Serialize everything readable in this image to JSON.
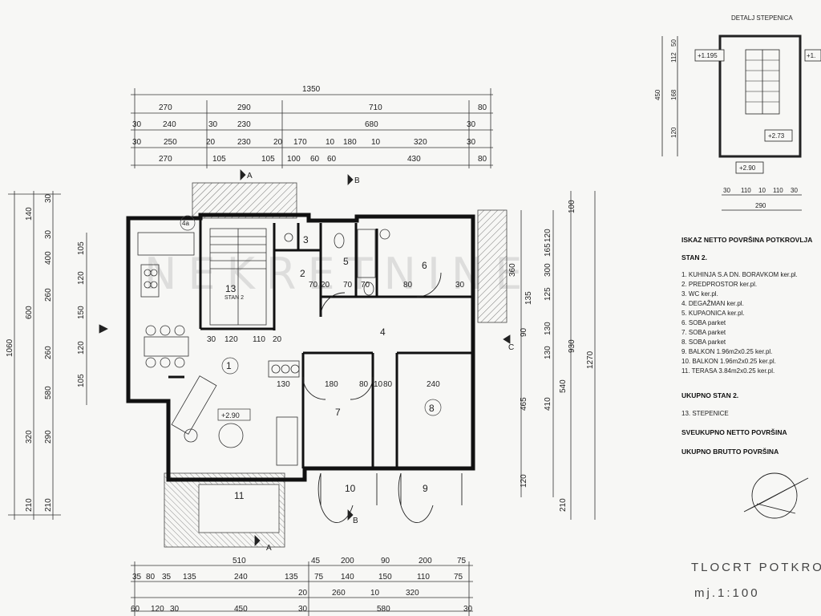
{
  "stair_detail": {
    "title": "DETALJ STEPENICA",
    "level_left": "+1.195",
    "level_right": "+1.",
    "level_mid": "+2.73",
    "level_bottom": "+2.90",
    "dims_vertical": [
      "450",
      "112",
      "168",
      "120",
      "50"
    ],
    "dims_bottom_row": [
      "30",
      "110",
      "10",
      "110",
      "30"
    ],
    "dims_bottom_total": "290"
  },
  "dims": {
    "top_total": "1350",
    "top_row1": [
      "270",
      "290",
      "710",
      "80"
    ],
    "top_row2": [
      "30",
      "240",
      "30",
      "230",
      "680",
      "30"
    ],
    "top_row3": [
      "30",
      "250",
      "20",
      "230",
      "20",
      "170",
      "10",
      "180",
      "10",
      "320",
      "30"
    ],
    "top_row4": [
      "270",
      "105",
      "105",
      "100",
      "60",
      "60",
      "430",
      "80"
    ],
    "left_total": "1060",
    "left_col1": [
      "140",
      "600",
      "320",
      "210"
    ],
    "left_col2": [
      "30",
      "400",
      "260",
      "260",
      "580",
      "290",
      "210",
      "30"
    ],
    "left_col3": [
      "105",
      "120",
      "150",
      "120",
      "105"
    ],
    "right_total": "1270",
    "right_col1": [
      "100",
      "930"
    ],
    "right_col2": [
      "360",
      "90",
      "465",
      "120"
    ],
    "right_col3": [
      "120",
      "165",
      "300",
      "135",
      "125",
      "130",
      "130",
      "410",
      "540",
      "210"
    ],
    "bottom_row1": [
      "510",
      "45",
      "200",
      "90",
      "200",
      "75"
    ],
    "bottom_row2": [
      "35",
      "80",
      "35",
      "135",
      "240",
      "135",
      "75",
      "140",
      "150",
      "110",
      "75"
    ],
    "bottom_row3": [
      "20",
      "260",
      "10",
      "320"
    ],
    "bottom_row4": [
      "60",
      "120",
      "30",
      "450",
      "30",
      "580",
      "30"
    ],
    "interior": [
      "30",
      "120",
      "110",
      "20",
      "130",
      "180",
      "80",
      "10",
      "80",
      "240",
      "70",
      "70",
      "70",
      "80",
      "30",
      "20"
    ]
  },
  "rooms": {
    "r1": "1",
    "r2": "2",
    "r3": "3",
    "r4": "4",
    "r5": "5",
    "r6": "6",
    "r7": "7",
    "r8": "8",
    "r9": "9",
    "r10": "10",
    "r11": "11",
    "r13": "13"
  },
  "labels": {
    "stan": "STAN 2",
    "level_living": "+2.90",
    "section_a": "A",
    "section_b": "B",
    "section_c": "C",
    "corner_tag": "4a"
  },
  "watermark": "NEKRETNINE",
  "legend": {
    "heading": "ISKAZ NETTO POVRŠINA POTKROVLJA",
    "subheading": "STAN 2.",
    "items": [
      "1.  KUHINJA S.A DN. BORAVKOM  ker.pl.",
      "2.  PREDPROSTOR  ker.pl.",
      "3.  WC  ker.pl.",
      "4.  DEGAŽMAN  ker.pl.",
      "5.  KUPAONICA  ker.pl.",
      "6.  SOBA  parket",
      "7.  SOBA  parket",
      "8.  SOBA  parket",
      "9.  BALKON  1.96m2x0.25  ker.pl.",
      "10. BALKON  1.96m2x0.25  ker.pl.",
      "11. TERASA  3.84m2x0.25  ker.pl."
    ],
    "ukupno_stan": "UKUPNO    STAN 2.",
    "stepenice": "13. STEPENICE",
    "sveukupno": "SVEUKUPNO NETTO POVRŠINA",
    "ukupno_brutto": "UKUPNO BRUTTO POVRŠINA"
  },
  "title": {
    "main": "TLOCRT  POTKRO",
    "scale": "mj.1:100"
  }
}
